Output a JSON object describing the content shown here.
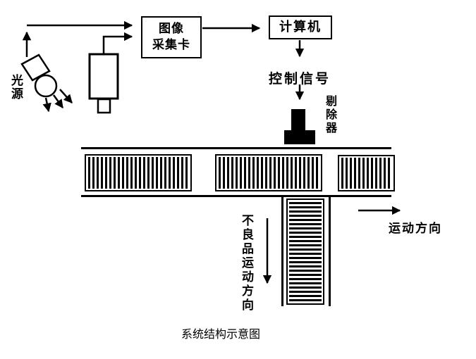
{
  "diagram": {
    "caption": "系统结构示意图",
    "colors": {
      "ink": "#000000",
      "background": "#ffffff"
    },
    "nodes": {
      "light_source": {
        "label": "光\n源"
      },
      "capture_card": {
        "label": "图像\n采集卡"
      },
      "computer": {
        "label": "计算机"
      },
      "control_signal": {
        "label": "控制信号"
      },
      "rejector": {
        "label": "剔\n除\n器"
      },
      "motion_direction": {
        "label": "运动方向"
      },
      "defective_motion": {
        "label": "不\n良\n品\n运\n动\n方\n向"
      }
    }
  }
}
